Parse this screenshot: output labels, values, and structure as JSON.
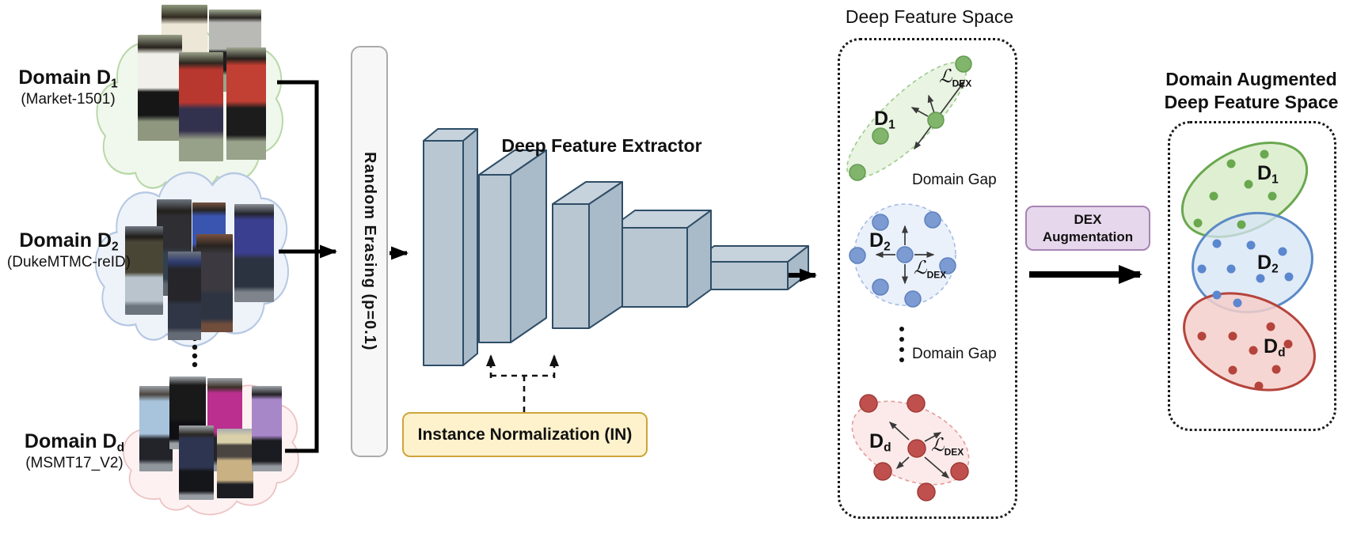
{
  "domains": [
    {
      "label": "Domain D",
      "sub": "1",
      "dataset": "(Market-1501)"
    },
    {
      "label": "Domain D",
      "sub": "2",
      "dataset": "(DukeMTMC-reID)"
    },
    {
      "label": "Domain D",
      "sub": "d",
      "dataset": "(MSMT17_V2)"
    }
  ],
  "pipeline": {
    "random_erasing_label": "Random Erasing (p=0.1)",
    "extractor_title": "Deep Feature Extractor",
    "instance_norm_label": "Instance Normalization (IN)"
  },
  "feature_space": {
    "title": "Deep Feature Space",
    "domain_gap_label": "Domain Gap",
    "loss_symbol": "ℒ",
    "loss_sub": "DEX",
    "clusters": [
      {
        "label": "D",
        "sub": "1"
      },
      {
        "label": "D",
        "sub": "2"
      },
      {
        "label": "D",
        "sub": "d"
      }
    ]
  },
  "dex_augmentation": {
    "line1": "DEX",
    "line2": "Augmentation"
  },
  "augmented_space": {
    "title_line1": "Domain Augmented",
    "title_line2": "Deep Feature Space",
    "clusters": [
      {
        "label": "D",
        "sub": "1"
      },
      {
        "label": "D",
        "sub": "2"
      },
      {
        "label": "D",
        "sub": "d"
      }
    ]
  },
  "colors": {
    "domain1_green": "#6aa84f",
    "domain2_blue": "#5b87cf",
    "domain3_red": "#b5443c",
    "block_fill": "#b9c7d3",
    "in_box_fill": "#fdf2cc",
    "dex_box_fill": "#e7d7ec"
  }
}
